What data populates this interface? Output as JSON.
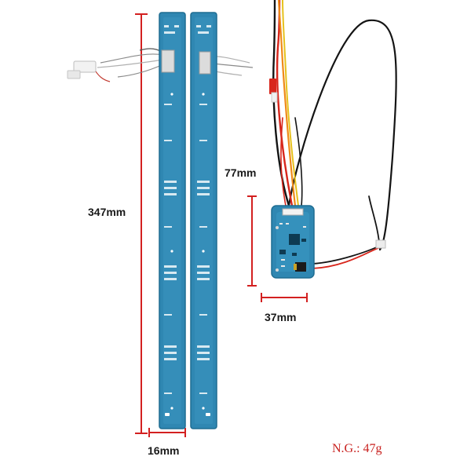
{
  "product": {
    "strip_length": "347mm",
    "strip_width": "16mm",
    "board_height": "77mm",
    "board_width": "37mm",
    "net_weight": "N.G.: 47g"
  },
  "colors": {
    "pcb": "#2f87b2",
    "pcb_dark": "#1f6d92",
    "measure": "#d32020",
    "weight_text": "#c8201e",
    "wire_black": "#141414",
    "wire_red": "#d8261c",
    "wire_orange": "#ef8a18",
    "wire_yellow": "#e6c11c"
  }
}
